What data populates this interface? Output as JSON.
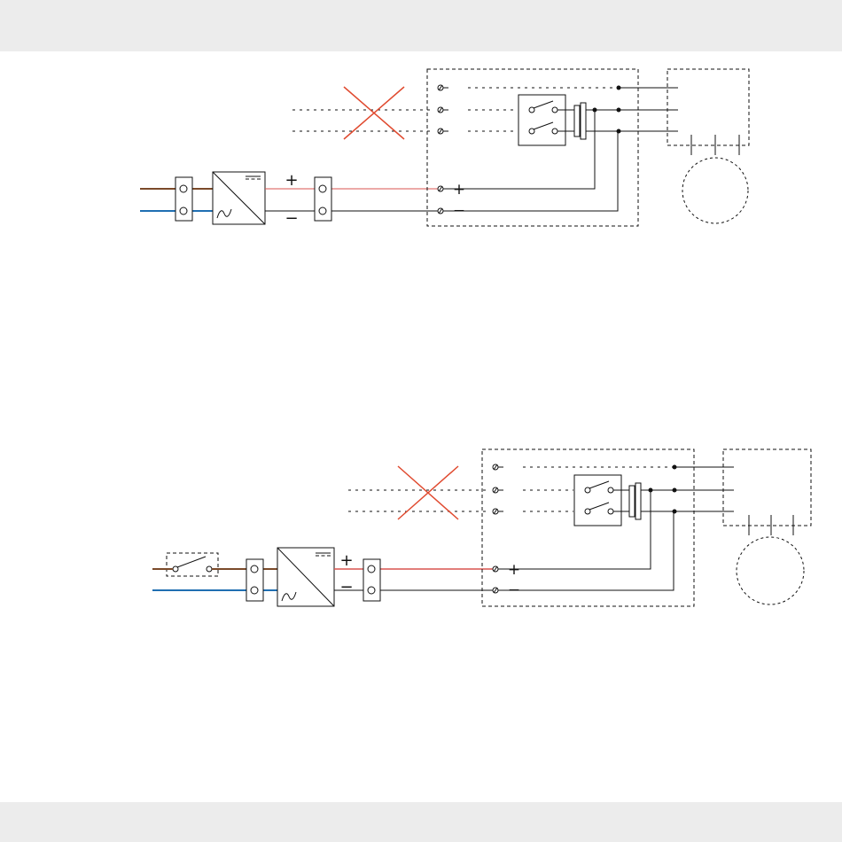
{
  "diagram": {
    "signs": {
      "plus": "+",
      "minus": "−"
    },
    "dc_symbol_name": "dc-symbol",
    "ac_symbol_name": "ac-symbol"
  },
  "colors": {
    "phase_wire": "#7b4a2a",
    "neutral_wire": "#1f6fb2",
    "dc_positive_wire": "#d9534f",
    "cross_mark": "#e04a2f",
    "line": "#111111",
    "chrome_band": "#ececec"
  },
  "panels": [
    {
      "id": "without-switch",
      "has_upstream_switch": false
    },
    {
      "id": "with-switch",
      "has_upstream_switch": true
    }
  ]
}
